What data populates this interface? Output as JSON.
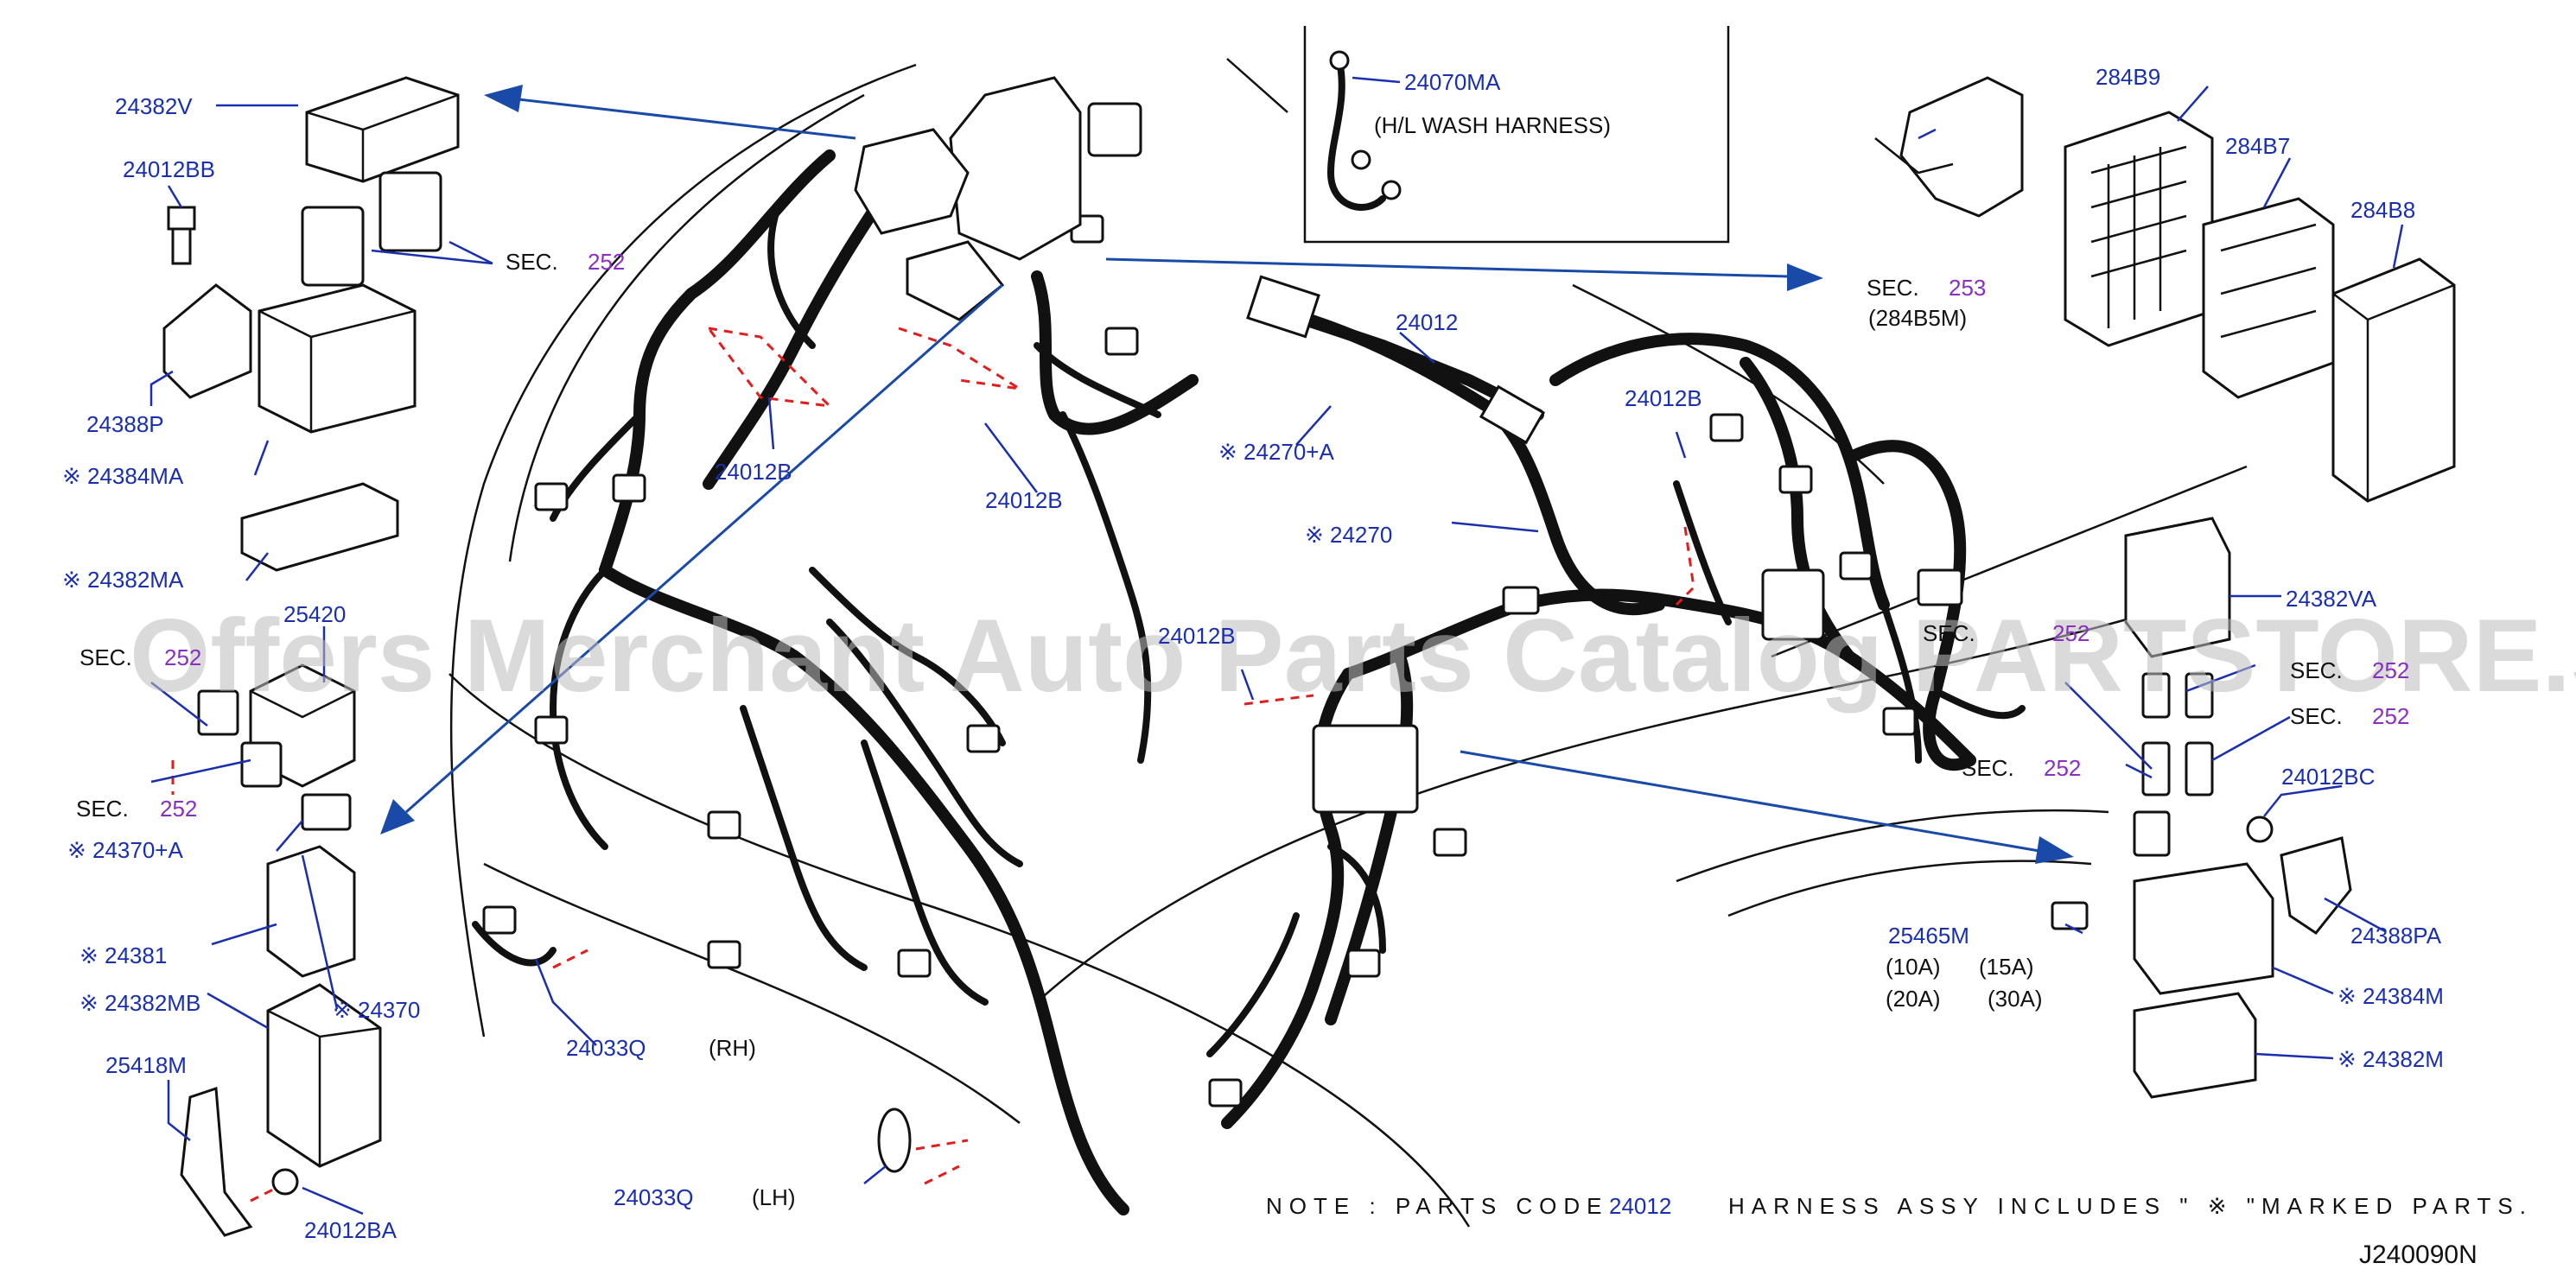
{
  "labels": {
    "p24382V": "24382V",
    "p24012BB": "24012BB",
    "sec252_a": "SEC.",
    "sec252_a_num": "252",
    "p24388P": "24388P",
    "p24384MA": "※ 24384MA",
    "p24382MA": "※ 24382MA",
    "p25420": "25420",
    "sec252_b": "SEC.",
    "sec252_b_num": "252",
    "sec252_c": "SEC.",
    "sec252_c_num": "252",
    "p24370A": "※ 24370+A",
    "p24381": "※ 24381",
    "p24382MB": "※ 24382MB",
    "p24370": "※ 24370",
    "p25418M": "25418M",
    "p24012BA": "24012BA",
    "p24012B_1": "24012B",
    "p24012B_2": "24012B",
    "p24012B_3": "24012B",
    "p24012B_4": "24012B",
    "p24070MA": "24070MA",
    "hl_wash": "(H/L   WASH   HARNESS)",
    "p24012": "24012",
    "p24270A": "※ 24270+A",
    "p24270": "※ 24270",
    "p24033Q_rh": "24033Q",
    "rh": "(RH)",
    "p24033Q_lh": "24033Q",
    "lh": "(LH)",
    "sec253": "SEC.",
    "sec253_num": "253",
    "p284B5M": "(284B5M)",
    "p284B9": "284B9",
    "p284B7": "284B7",
    "p284B8": "284B8",
    "p24382VA": "24382VA",
    "sec252_d": "SEC.",
    "sec252_d_num": "252",
    "sec252_e": "SEC.",
    "sec252_e_num": "252",
    "sec252_f": "SEC.",
    "sec252_f_num": "252",
    "sec252_g": "SEC.",
    "sec252_g_num": "252",
    "p24012BC": "24012BC",
    "p25465M": "25465M",
    "amp1": "(10A)",
    "amp2": "(15A)",
    "amp3": "(20A)",
    "amp4": "(30A)",
    "p24388PA": "24388PA",
    "p24384M": "※ 24384M",
    "p24382M": "※ 24382M"
  },
  "note": {
    "prefix": "NOTE : PARTS CODE",
    "code": "24012",
    "suffix": "HARNESS ASSY   INCLUDES \" ※   \"MARKED PARTS."
  },
  "diagram_id": "J240090N",
  "watermark": "Offers Merchant Auto Parts Catalog PARTSTORE.SA",
  "colors": {
    "label_blue": "#1a2fb0",
    "sec_purple": "#8a2fc2",
    "dash_red": "#e01e1e",
    "arrow_blue": "#1a4aa8"
  }
}
